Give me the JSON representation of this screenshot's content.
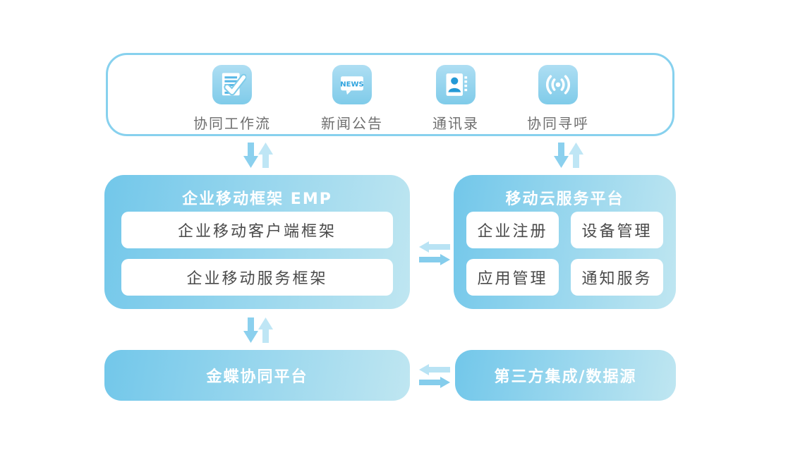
{
  "top_apps": {
    "items": [
      {
        "label": "协同工作流",
        "icon": "workflow-check-icon"
      },
      {
        "label": "新闻公告",
        "icon": "news-icon",
        "icon_text": "NEWS"
      },
      {
        "label": "通讯录",
        "icon": "contacts-icon"
      },
      {
        "label": "协同寻呼",
        "icon": "paging-icon"
      }
    ]
  },
  "emp": {
    "title": "企业移动框架 EMP",
    "items": [
      "企业移动客户端框架",
      "企业移动服务框架"
    ]
  },
  "cloud": {
    "title": "移动云服务平台",
    "items": [
      "企业注册",
      "设备管理",
      "应用管理",
      "通知服务"
    ]
  },
  "bottom_left": {
    "title": "金蝶协同平台"
  },
  "bottom_right": {
    "title": "第三方集成/数据源"
  },
  "colors": {
    "panel_border": "#87d1ee",
    "box_gradient_start": "#72c7ea",
    "box_gradient_end": "#bfe6f1",
    "tile_gradient_start": "#aedef3",
    "tile_gradient_end": "#7fcbe9",
    "arrow_dark": "#8bd0ee",
    "arrow_light": "#bfe6f5",
    "icon_glyph_blue": "#2ea3de",
    "label_text": "#6e6e6e",
    "pill_text": "#4a4a4a",
    "title_text": "#ffffff"
  }
}
